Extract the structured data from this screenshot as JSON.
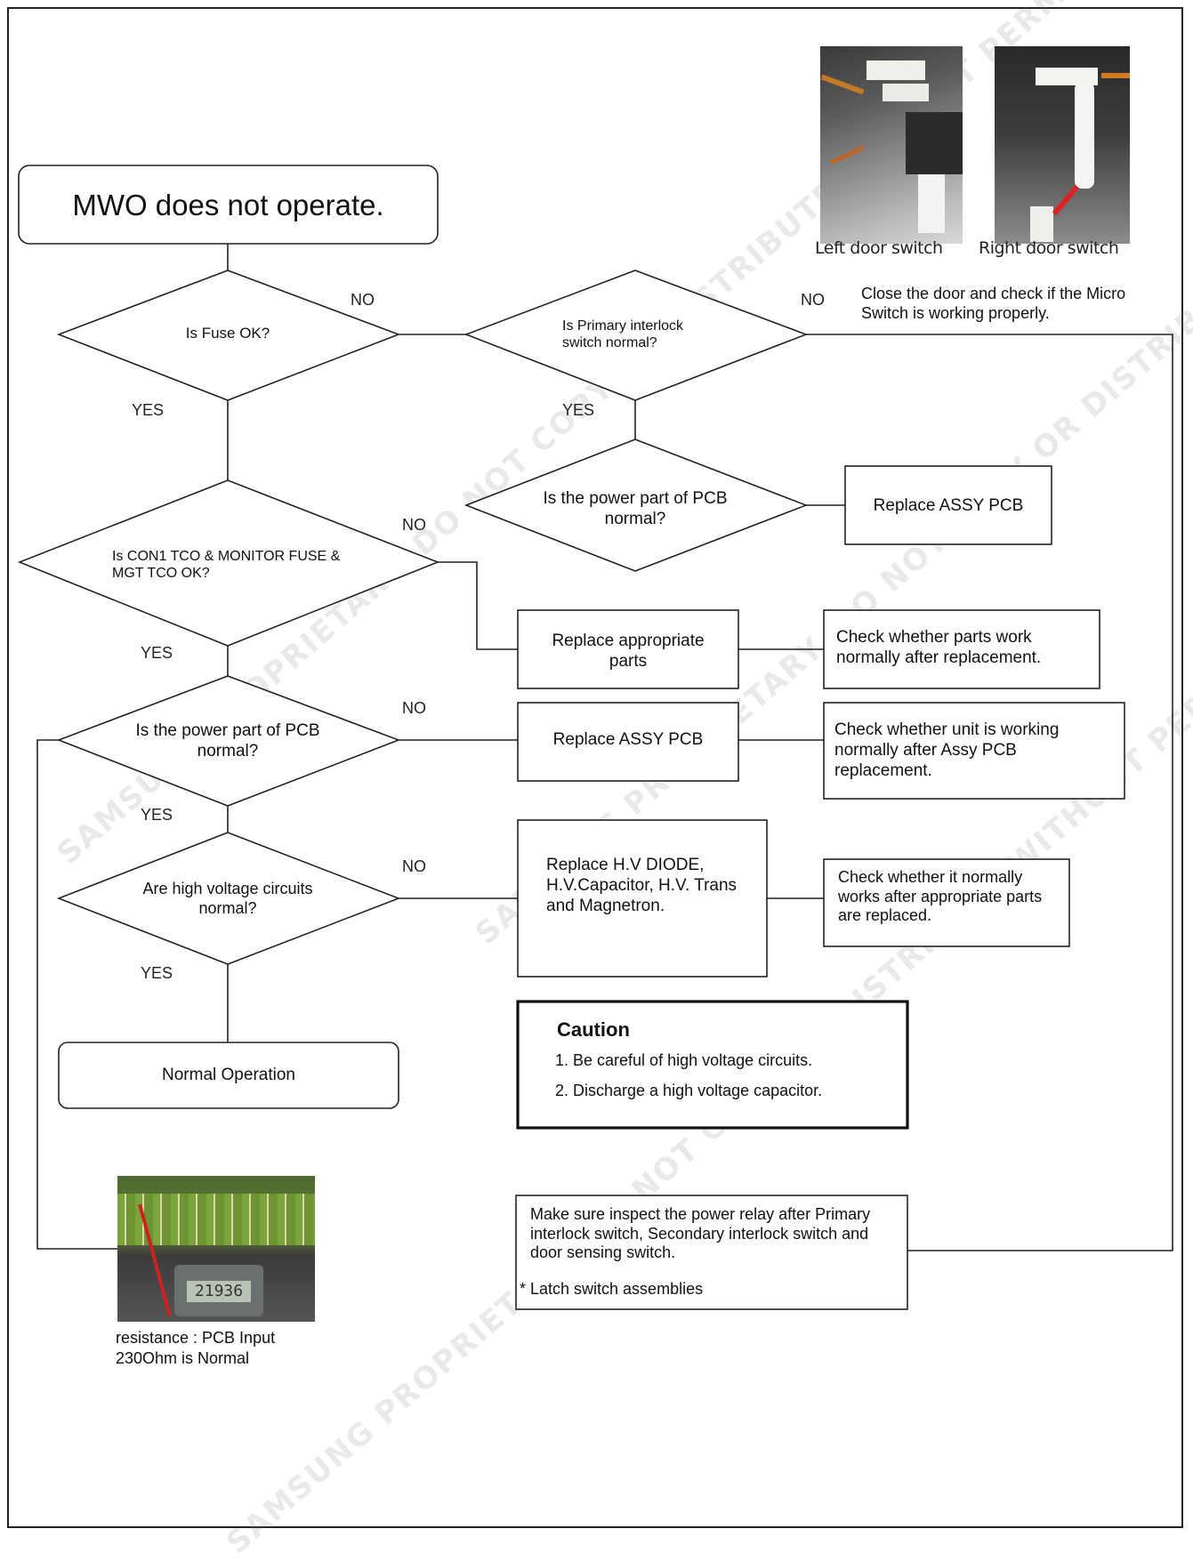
{
  "start": "MWO does not operate.",
  "decisions": {
    "fuse": "Is Fuse OK?",
    "primary_interlock": "Is Primary interlock switch normal?",
    "power_part_top": "Is the power part of PCB normal?",
    "con1": "Is CON1 TCO & MONITOR FUSE & MGT TCO OK?",
    "power_part": "Is the power part of PCB normal?",
    "high_voltage": "Are high voltage circuits normal?"
  },
  "labels": {
    "yes": "YES",
    "no": "NO"
  },
  "actions": {
    "replace_pcb_top": "Replace ASSY PCB",
    "replace_parts": "Replace appropriate parts",
    "check_parts": "Check whether parts work normally after replacement.",
    "replace_pcb": "Replace ASSY PCB",
    "check_unit": "Check whether unit is working normally after Assy PCB replacement.",
    "replace_hv": "Replace H.V DIODE, H.V.Capacitor, H.V. Trans and Magnetron.",
    "check_hv": "Check whether it normally works after appropriate parts are replaced.",
    "normal": "Normal Operation"
  },
  "door_note": "Close the door and check if the Micro Switch is working properly.",
  "photos": {
    "left_caption": "Left door switch",
    "right_caption": "Right door switch",
    "pcb_caption_line1": "resistance : PCB Input",
    "pcb_caption_line2": "230Ohm is Normal",
    "meter_reading": "21936"
  },
  "caution": {
    "title": "Caution",
    "items": [
      "1. Be careful of high voltage circuits.",
      "2. Discharge a high voltage capacitor."
    ]
  },
  "relay_note": {
    "text": "Make sure inspect the power relay after Primary interlock switch, Secondary interlock switch and door sensing switch.",
    "footnote": "* Latch switch assemblies"
  },
  "watermark": "SAMSUNG PROPRIETARY. DO NOT COPY OR DISTRIBUTE WITHOUT PERMISSION"
}
